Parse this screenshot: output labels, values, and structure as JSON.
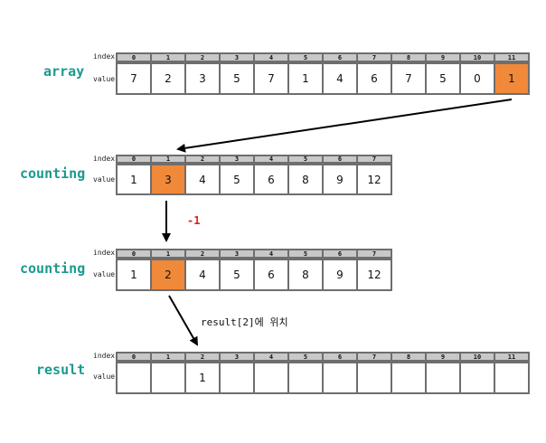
{
  "row_labels": {
    "index": "index",
    "value": "value"
  },
  "arrays": [
    {
      "id": "array",
      "title": "array",
      "indices": [
        "0",
        "1",
        "2",
        "3",
        "4",
        "5",
        "6",
        "7",
        "8",
        "9",
        "10",
        "11"
      ],
      "values": [
        "7",
        "2",
        "3",
        "5",
        "7",
        "1",
        "4",
        "6",
        "7",
        "5",
        "0",
        "1"
      ],
      "highlight": [
        11
      ]
    },
    {
      "id": "counting1",
      "title": "counting",
      "indices": [
        "0",
        "1",
        "2",
        "3",
        "4",
        "5",
        "6",
        "7"
      ],
      "values": [
        "1",
        "3",
        "4",
        "5",
        "6",
        "8",
        "9",
        "12"
      ],
      "highlight": [
        1
      ]
    },
    {
      "id": "counting2",
      "title": "counting",
      "indices": [
        "0",
        "1",
        "2",
        "3",
        "4",
        "5",
        "6",
        "7"
      ],
      "values": [
        "1",
        "2",
        "4",
        "5",
        "6",
        "8",
        "9",
        "12"
      ],
      "highlight": [
        1
      ]
    },
    {
      "id": "result",
      "title": "result",
      "indices": [
        "0",
        "1",
        "2",
        "3",
        "4",
        "5",
        "6",
        "7",
        "8",
        "9",
        "10",
        "11"
      ],
      "values": [
        "",
        "",
        "1",
        "",
        "",
        "",
        "",
        "",
        "",
        "",
        "",
        ""
      ],
      "highlight": []
    }
  ],
  "annotations": {
    "decrement": "-1",
    "placement": "result[2]에 위치"
  },
  "colors": {
    "highlight": "#f0893a",
    "label": "#1a9a8e",
    "minus": "#e02020"
  }
}
